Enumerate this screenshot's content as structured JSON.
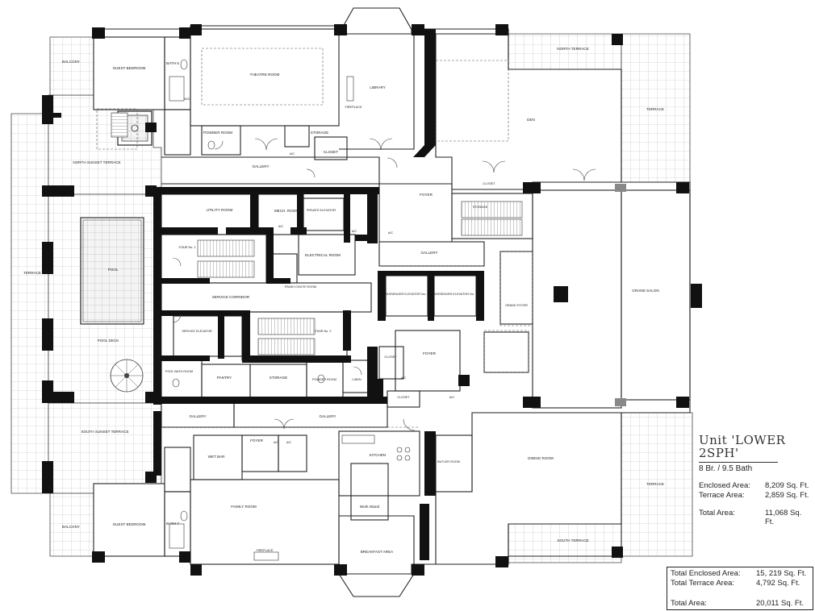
{
  "unit": {
    "title_line1": "Unit  'LOWER",
    "title_line2": "2SPH'",
    "subtitle": "8 Br. / 9.5 Bath",
    "areas": [
      {
        "label": "Enclosed Area:",
        "value": "8,209 Sq. Ft."
      },
      {
        "label": "Terrace Area:",
        "value": "2,859 Sq. Ft."
      }
    ],
    "total": {
      "label": "Total Area:",
      "value": "11,068 Sq. Ft."
    }
  },
  "totals": {
    "rows": [
      {
        "label": "Total Enclosed Area:",
        "value": "15, 219  Sq. Ft."
      },
      {
        "label": "Total Terrace Area:",
        "value": "4,792  Sq. Ft."
      }
    ],
    "total": {
      "label": "Total Area:",
      "value": "20,011  Sq. Ft."
    }
  },
  "rooms": {
    "theatre": "THEATRE ROOM",
    "library": "LIBRARY",
    "den": "DEN",
    "north_terrace": "NORTH TERRACE",
    "terrace_ne": "TERRACE",
    "guest_bedroom_n": "GUEST BEDROOM",
    "bath_n": "BATH 5",
    "balcony_n": "BALCONY",
    "balcony_s": "BALCONY",
    "powder_n": "POWDER ROOM",
    "storage_n": "STORAGE",
    "closet_n": "CLOSET",
    "gallery_n": "GALLERY",
    "north_sunset_terrace": "NORTH SUNSET TERRACE",
    "terrace_w": "TERRACE",
    "pool": "POOL",
    "pool_deck": "POOL DECK",
    "pool_bath": "POOL BATH ROOM",
    "utility": "UTILITY ROOM",
    "mech": "MECH. ROOM",
    "private_elevator": "PRIVATE ELEVATOR",
    "electrical": "ELECTRICAL ROOM",
    "trash": "TRASH CHUTE ROOM",
    "stair1": "STAIR No. 1",
    "stair2": "STAIR No. 2",
    "service_corridor": "SERVICE CORRIDOR",
    "service_elevator": "SERVICE ELEVATOR",
    "pantry": "PANTRY",
    "storage_s": "STORAGE",
    "powder_s": "POWDER ROOM",
    "linen": "LINEN",
    "foyer_n": "FOYER",
    "foyer_s": "FOYER",
    "gallery_c": "GALLERY",
    "pass_elev2": "PASSENGER ELEVATOR No. 2",
    "pass_elev1": "PASSENGER ELEVATOR No. 1",
    "grand_foyer": "GRAND FOYER",
    "grand_salon": "GRAND SALON",
    "closet_e": "CLOSET",
    "storage_e": "STORAGE",
    "closet_c": "CLOSET",
    "closet_s": "CLOSET",
    "gallery_sw": "GALLERY",
    "gallery_s": "GALLERY",
    "south_sunset_terrace": "SOUTH SUNSET TERRACE",
    "wet_bar": "WET BAR",
    "foyer_sw": "FOYER",
    "family": "FAMILY ROOM",
    "guest_bedroom_s": "GUEST BEDROOM",
    "bath_s": "BATH 7",
    "kitchen": "KITCHEN",
    "work_island": "Work Island",
    "breakfast": "BREAKFAST AREA",
    "butler": "BUTLER ROOM",
    "dining": "DINING ROOM",
    "terrace_se": "TERRACE",
    "south_terrace": "SOUTH TERRACE",
    "fireplace_n": "FIREPLACE",
    "fireplace_s": "FIREPLACE",
    "ac1": "A/C",
    "ac2": "A/C",
    "ac3": "A/C",
    "ac4": "A/C",
    "ac5": "A/C",
    "ac6": "A/C",
    "ac7": "A/C",
    "ac8": "A/C",
    "wc": "W/C"
  }
}
